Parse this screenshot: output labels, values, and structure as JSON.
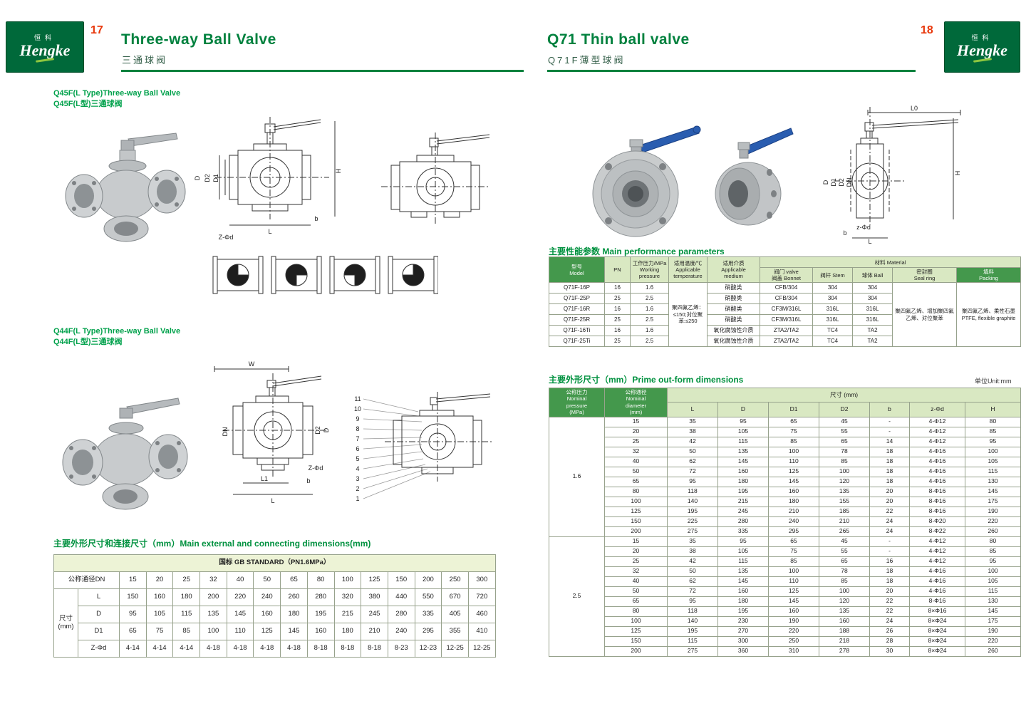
{
  "brand": {
    "name_cn": "恒科",
    "name_en": "Hengke"
  },
  "colors": {
    "brand_green": "#00813e",
    "dark_green": "#00693a",
    "accent_red": "#e8380c",
    "table_header_green": "#d9e8c2",
    "dark_cell_green": "#44984c",
    "band_green": "#edf3d6"
  },
  "left_page": {
    "page_number": "17",
    "title_en": "Three-way Ball Valve",
    "title_cn": "三通球阀",
    "section1": {
      "heading_en": "Q45F(L Type)Three-way Ball Valve",
      "heading_cn": "Q45F(L型)三通球阀"
    },
    "section2": {
      "heading_en": "Q44F(L Type)Three-way Ball Valve",
      "heading_cn": "Q44F(L型)三通球阀"
    },
    "dim_table": {
      "heading": "主要外形尺寸和连接尺寸（mm）Main external and connecting dimensions(mm)",
      "standard_band": "国标 GB STANDARD（PN1.6MPa）",
      "dn_label": "公称通径DN",
      "size_label": "尺寸\n(mm)",
      "dn": [
        "15",
        "20",
        "25",
        "32",
        "40",
        "50",
        "65",
        "80",
        "100",
        "125",
        "150",
        "200",
        "250",
        "300"
      ],
      "rows": [
        {
          "label": "L",
          "values": [
            "150",
            "160",
            "180",
            "200",
            "220",
            "240",
            "260",
            "280",
            "320",
            "380",
            "440",
            "550",
            "670",
            "720"
          ]
        },
        {
          "label": "D",
          "values": [
            "95",
            "105",
            "115",
            "135",
            "145",
            "160",
            "180",
            "195",
            "215",
            "245",
            "280",
            "335",
            "405",
            "460"
          ]
        },
        {
          "label": "D1",
          "values": [
            "65",
            "75",
            "85",
            "100",
            "110",
            "125",
            "145",
            "160",
            "180",
            "210",
            "240",
            "295",
            "355",
            "410"
          ]
        },
        {
          "label": "Z-Φd",
          "values": [
            "4-14",
            "4-14",
            "4-14",
            "4-18",
            "4-18",
            "4-18",
            "4-18",
            "8-18",
            "8-18",
            "8-18",
            "8-23",
            "12-23",
            "12-25",
            "12-25"
          ]
        }
      ]
    }
  },
  "right_page": {
    "page_number": "18",
    "title_en": "Q71 Thin ball valve",
    "title_cn": "Q71F薄型球阀",
    "perf_table": {
      "heading": "主要性能参数   Main performance parameters",
      "headers": {
        "model": "型号\nModel",
        "pn": "PN",
        "working_pressure": "工作压力/MPa\nWorking\npressure",
        "temperature": "适用温度/℃\nApplicable\ntemperature",
        "medium": "适用介质\nApplicable\nmedium",
        "material": "材料 Material",
        "bonnet": "阀门 valve\n阀盖 Bonnet",
        "stem": "阀杆 Stem",
        "ball": "球体 Ball",
        "seal_ring": "密封圈\nSeal ring",
        "packing": "填料\nPacking"
      },
      "temperature_value": "聚四氟乙烯：≤150;对位聚苯:≤250",
      "seal_ring_value": "聚四氟乙烯、增加聚四氟乙烯、对位聚苯",
      "packing_value": "聚四氟乙烯、柔性石墨 PTFE, flexible graphite",
      "rows": [
        {
          "model": "Q71F-16P",
          "pn": "16",
          "pressure": "1.6",
          "medium": "硝酸类",
          "bonnet": "CFB/304",
          "stem": "304",
          "ball": "304"
        },
        {
          "model": "Q71F-25P",
          "pn": "25",
          "pressure": "2.5",
          "medium": "硝酸类",
          "bonnet": "CFB/304",
          "stem": "304",
          "ball": "304"
        },
        {
          "model": "Q71F-16R",
          "pn": "16",
          "pressure": "1.6",
          "medium": "硝酸类",
          "bonnet": "CF3M/316L",
          "stem": "316L",
          "ball": "316L"
        },
        {
          "model": "Q71F-25R",
          "pn": "25",
          "pressure": "2.5",
          "medium": "硝酸类",
          "bonnet": "CF3M/316L",
          "stem": "316L",
          "ball": "316L"
        },
        {
          "model": "Q71F-16Ti",
          "pn": "16",
          "pressure": "1.6",
          "medium": "氧化腐蚀性介质",
          "bonnet": "ZTA2/TA2",
          "stem": "TC4",
          "ball": "TA2"
        },
        {
          "model": "Q71F-25Ti",
          "pn": "25",
          "pressure": "2.5",
          "medium": "氧化腐蚀性介质",
          "bonnet": "ZTA2/TA2",
          "stem": "TC4",
          "ball": "TA2"
        }
      ]
    },
    "outline_table": {
      "heading": "主要外形尺寸（mm）Prime out-form dimensions",
      "unit_note": "单位Unit:mm",
      "headers": {
        "pressure": "公称压力\nNominal\npressure\n(MPa)",
        "diameter": "公称通径\nNominal\ndiameter\n(mm)",
        "size_group": "尺寸 (mm)",
        "cols": [
          "L",
          "D",
          "D1",
          "D2",
          "b",
          "z-Φd",
          "H"
        ]
      },
      "groups": [
        {
          "pressure": "1.6",
          "rows": [
            [
              "15",
              "35",
              "95",
              "65",
              "45",
              "-",
              "4-Φ12",
              "80"
            ],
            [
              "20",
              "38",
              "105",
              "75",
              "55",
              "-",
              "4-Φ12",
              "85"
            ],
            [
              "25",
              "42",
              "115",
              "85",
              "65",
              "14",
              "4-Φ12",
              "95"
            ],
            [
              "32",
              "50",
              "135",
              "100",
              "78",
              "18",
              "4-Φ16",
              "100"
            ],
            [
              "40",
              "62",
              "145",
              "110",
              "85",
              "18",
              "4-Φ16",
              "105"
            ],
            [
              "50",
              "72",
              "160",
              "125",
              "100",
              "18",
              "4-Φ16",
              "115"
            ],
            [
              "65",
              "95",
              "180",
              "145",
              "120",
              "18",
              "4-Φ16",
              "130"
            ],
            [
              "80",
              "118",
              "195",
              "160",
              "135",
              "20",
              "8-Φ16",
              "145"
            ],
            [
              "100",
              "140",
              "215",
              "180",
              "155",
              "20",
              "8-Φ16",
              "175"
            ],
            [
              "125",
              "195",
              "245",
              "210",
              "185",
              "22",
              "8-Φ16",
              "190"
            ],
            [
              "150",
              "225",
              "280",
              "240",
              "210",
              "24",
              "8-Φ20",
              "220"
            ],
            [
              "200",
              "275",
              "335",
              "295",
              "265",
              "24",
              "8-Φ22",
              "260"
            ]
          ]
        },
        {
          "pressure": "2.5",
          "rows": [
            [
              "15",
              "35",
              "95",
              "65",
              "45",
              "-",
              "4-Φ12",
              "80"
            ],
            [
              "20",
              "38",
              "105",
              "75",
              "55",
              "-",
              "4-Φ12",
              "85"
            ],
            [
              "25",
              "42",
              "115",
              "85",
              "65",
              "16",
              "4-Φ12",
              "95"
            ],
            [
              "32",
              "50",
              "135",
              "100",
              "78",
              "18",
              "4-Φ16",
              "100"
            ],
            [
              "40",
              "62",
              "145",
              "110",
              "85",
              "18",
              "4-Φ16",
              "105"
            ],
            [
              "50",
              "72",
              "160",
              "125",
              "100",
              "20",
              "4-Φ16",
              "115"
            ],
            [
              "65",
              "95",
              "180",
              "145",
              "120",
              "22",
              "8-Φ16",
              "130"
            ],
            [
              "80",
              "118",
              "195",
              "160",
              "135",
              "22",
              "8×Φ16",
              "145"
            ],
            [
              "100",
              "140",
              "230",
              "190",
              "160",
              "24",
              "8×Φ24",
              "175"
            ],
            [
              "125",
              "195",
              "270",
              "220",
              "188",
              "26",
              "8×Φ24",
              "190"
            ],
            [
              "150",
              "115",
              "300",
              "250",
              "218",
              "28",
              "8×Φ24",
              "220"
            ],
            [
              "200",
              "275",
              "360",
              "310",
              "278",
              "30",
              "8×Φ24",
              "260"
            ]
          ]
        }
      ]
    }
  },
  "drawing_labels": {
    "h": "H",
    "l": "L",
    "d": "D",
    "d1": "D1",
    "d2": "D2",
    "b": "b",
    "w": "W",
    "dn": "DN",
    "l1": "L1",
    "l0": "L0",
    "z_phi_d": "Z-Φd",
    "z_phi_d_small": "z-Φd",
    "callouts": [
      "11",
      "10",
      "9",
      "8",
      "7",
      "6",
      "5",
      "4",
      "3",
      "2",
      "1"
    ]
  }
}
